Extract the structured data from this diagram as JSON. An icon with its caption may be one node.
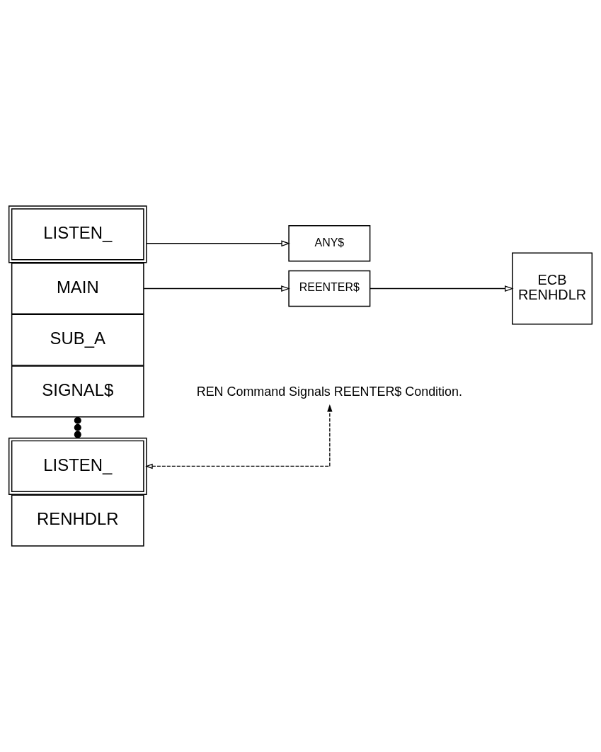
{
  "diagram": {
    "nodes": [
      {
        "text": [
          "LISTEN_"
        ]
      },
      {
        "text": [
          "ANY$"
        ]
      },
      {
        "text": [
          "MAIN"
        ]
      },
      {
        "text": [
          "REENTER$"
        ]
      },
      {
        "text": [
          "ECB",
          "RENHDLR"
        ]
      },
      {
        "text": [
          "SUB_A"
        ]
      },
      {
        "text": [
          "SIGNAL$"
        ]
      },
      {
        "text": [
          "LISTEN_"
        ]
      },
      {
        "text": [
          "REN Command Signals REENTER$ Condition."
        ]
      },
      {
        "text": [
          "RENHDLR"
        ]
      }
    ],
    "edges": [
      {
        "from": 0,
        "to": 1,
        "arrow": "to"
      },
      {
        "from": 2,
        "to": 3,
        "arrow": "to"
      },
      {
        "from": 3,
        "to": 4,
        "arrow": "to"
      },
      {
        "from": 8,
        "to": 7,
        "arrow": "both",
        "style": "dashed"
      }
    ]
  }
}
